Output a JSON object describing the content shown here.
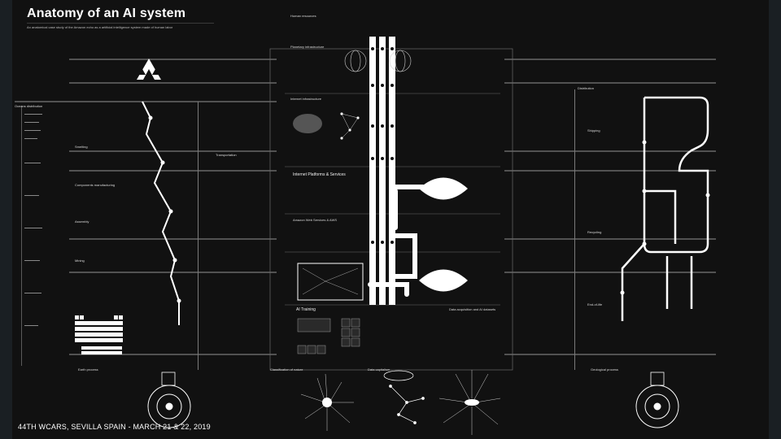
{
  "poster": {
    "title": "Anatomy of an AI system",
    "subtitle": "An anatomical case study of the Amazon echo as a artificial intelligence system made of human labor"
  },
  "section_labels": {
    "human_resources": "Human resources",
    "planetary_infrastructure": "Planetary infrastructure",
    "internet_infrastructure": "Internet infrastructure",
    "internet_platforms_services": "Internet Platforms & Services",
    "amazon_web_services": "Amazon Web Services & AWS",
    "ai_training": "AI Training",
    "data_acquisition": "Data acquisition and AI datasets",
    "ocean_distribution": "Oceans distribution",
    "smelting": "Smelting",
    "components_manufacturing": "Components manufacturing",
    "assembly": "Assembly",
    "mining": "Mining",
    "distribution": "Distribution",
    "shipping": "Shipping",
    "recycling": "Recycling",
    "end_of_life": "End-of-life",
    "geological_process": "Geological process",
    "classification_nature": "Classification of nature",
    "data_capitalism": "Data capitalism",
    "earth_process": "Earth process",
    "transportation": "Transportation"
  },
  "footer": {
    "text": "44TH WCARS, SEVILLA SPAIN - MARCH 21 & 22, 2019"
  },
  "colors": {
    "background": "#111111",
    "lines": "#ffffff",
    "dim_lines": "#5a5a5a"
  }
}
